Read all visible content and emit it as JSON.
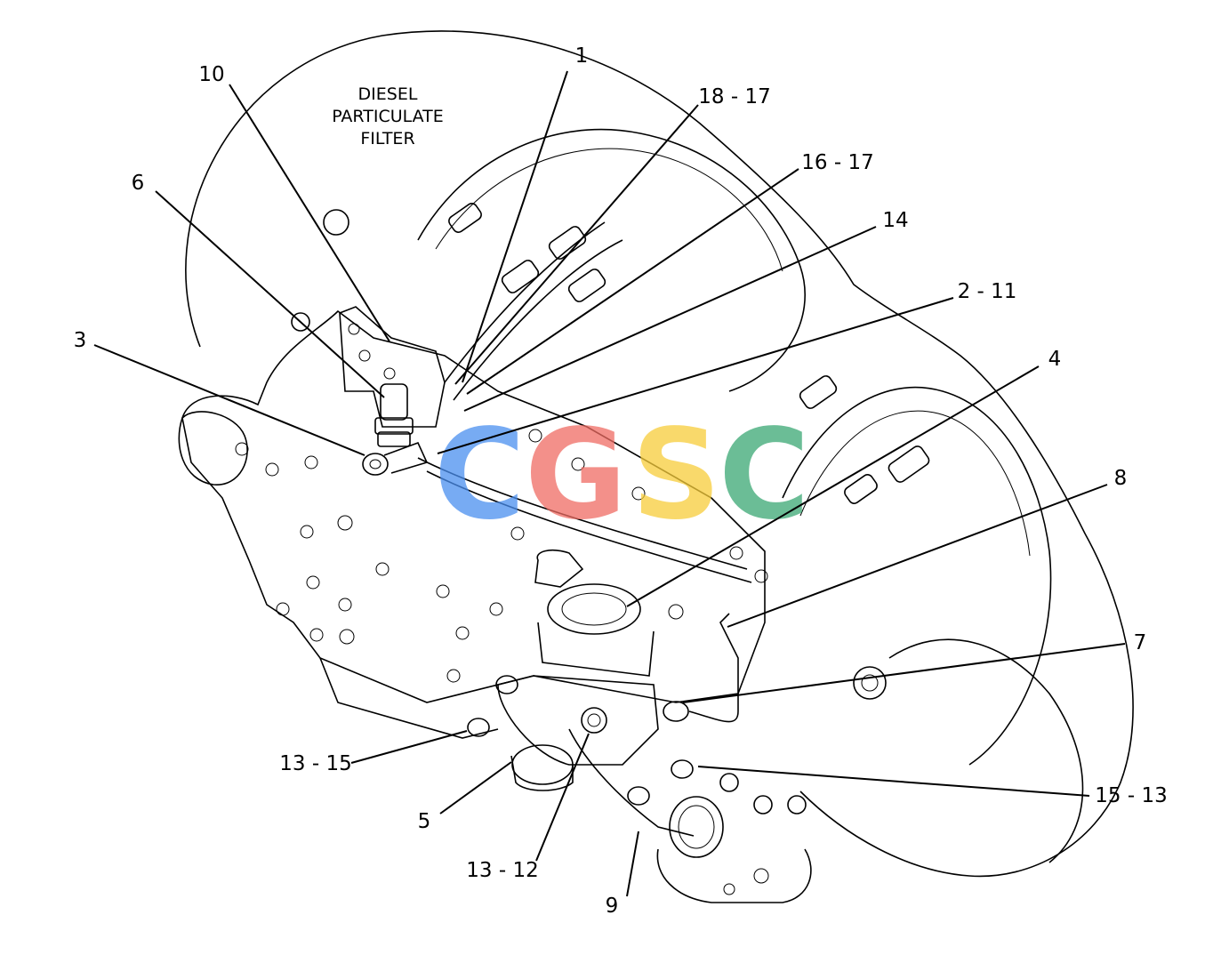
{
  "diagram_title": [
    "DIESEL",
    "PARTICULATE",
    "FILTER"
  ],
  "watermark": {
    "letters": [
      "C",
      "G",
      "S",
      "C"
    ],
    "colors": [
      "#4a8ff0",
      "#ef6c63",
      "#f7cd3a",
      "#3aa873"
    ]
  },
  "callouts": {
    "c1": "1",
    "c10": "10",
    "c18_17": "18 - 17",
    "c16_17": "16 - 17",
    "c6": "6",
    "c14": "14",
    "c2_11": "2 - 11",
    "c3": "3",
    "c4": "4",
    "c8": "8",
    "c7": "7",
    "c13_15": "13 - 15",
    "c15_13": "15 - 13",
    "c5": "5",
    "c13_12": "13 - 12",
    "c9": "9"
  }
}
